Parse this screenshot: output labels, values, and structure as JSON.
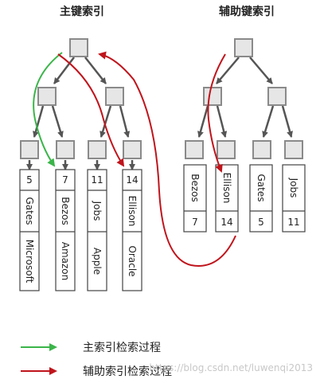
{
  "titles": {
    "primary": "主键索引",
    "secondary": "辅助键索引"
  },
  "primary_rows": [
    {
      "id": "5",
      "name": "Gates",
      "company": "Microsoft"
    },
    {
      "id": "7",
      "name": "Bezos",
      "company": "Amazon"
    },
    {
      "id": "11",
      "name": "Jobs",
      "company": "Apple"
    },
    {
      "id": "14",
      "name": "Ellison",
      "company": "Oracle"
    }
  ],
  "secondary_rows": [
    {
      "name": "Bezos",
      "id": "7"
    },
    {
      "name": "Ellison",
      "id": "14"
    },
    {
      "name": "Gates",
      "id": "5"
    },
    {
      "name": "Jobs",
      "id": "11"
    }
  ],
  "legend": [
    {
      "label": "主索引检索过程",
      "color": "#3bb54a"
    },
    {
      "label": "辅助索引检索过程",
      "color": "#c0141c"
    }
  ],
  "watermark": "https://blog.csdn.net/luwenqi2013",
  "colors": {
    "node_fill": "#e6e6e6",
    "node_stroke": "#8a8a8a",
    "edge": "#555555"
  }
}
